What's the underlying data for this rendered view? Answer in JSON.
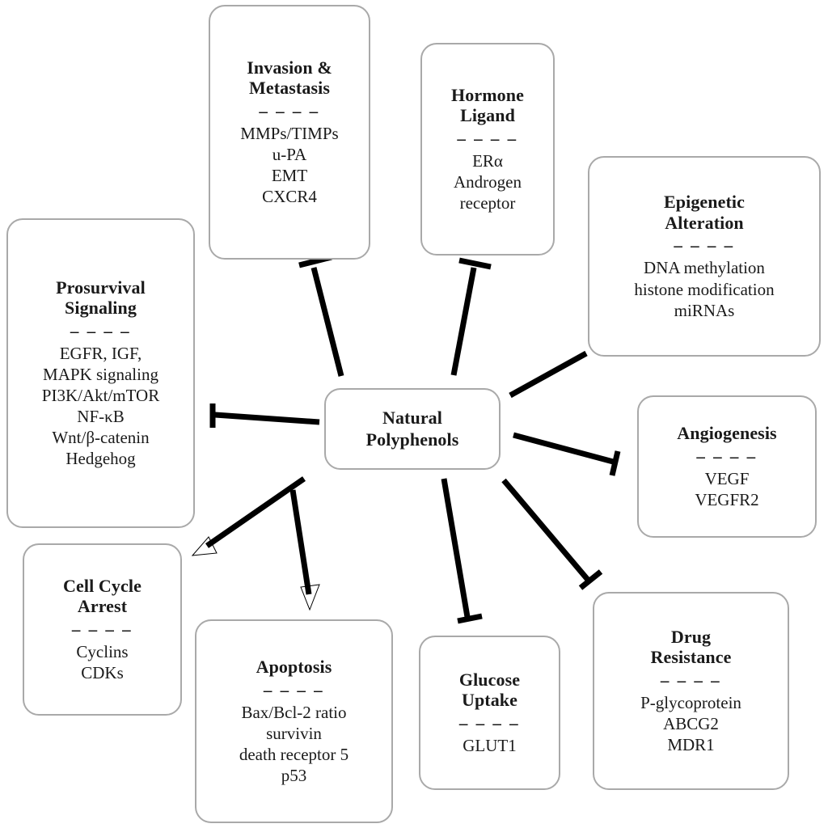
{
  "diagram": {
    "title_node": {
      "id": "natural-polyphenols",
      "title": "Natural\nPolyphenols",
      "title_line1": "Natural",
      "title_line2": "Polyphenols"
    },
    "separator_glyph": "– – – –",
    "colors": {
      "box_border": "#a9a9a9",
      "box_fill": "#ffffff",
      "connector": "#000000",
      "text": "#1a1a1a"
    },
    "nodes": [
      {
        "id": "invasion-metastasis",
        "title_lines": [
          "Invasion &",
          "Metastasis"
        ],
        "items": [
          "MMPs/TIMPs",
          "u-PA",
          "EMT",
          "CXCR4"
        ]
      },
      {
        "id": "hormone-ligand",
        "title_lines": [
          "Hormone",
          "Ligand"
        ],
        "items": [
          "ERα",
          "Androgen",
          "receptor"
        ]
      },
      {
        "id": "epigenetic-alteration",
        "title_lines": [
          "Epigenetic",
          "Alteration"
        ],
        "items": [
          "DNA methylation",
          "histone modification",
          "miRNAs"
        ]
      },
      {
        "id": "prosurvival-signaling",
        "title_lines": [
          "Prosurvival",
          "Signaling"
        ],
        "items": [
          "EGFR, IGF,",
          "MAPK signaling",
          "PI3K/Akt/mTOR",
          "NF-κB",
          "Wnt/β-catenin",
          "Hedgehog"
        ]
      },
      {
        "id": "angiogenesis",
        "title_lines": [
          "Angiogenesis"
        ],
        "items": [
          "VEGF",
          "VEGFR2"
        ]
      },
      {
        "id": "drug-resistance",
        "title_lines": [
          "Drug",
          "Resistance"
        ],
        "items": [
          "P-glycoprotein",
          "ABCG2",
          "MDR1"
        ]
      },
      {
        "id": "glucose-uptake",
        "title_lines": [
          "Glucose",
          "Uptake"
        ],
        "items": [
          "GLUT1"
        ]
      },
      {
        "id": "apoptosis",
        "title_lines": [
          "Apoptosis"
        ],
        "items": [
          "Bax/Bcl-2 ratio",
          "survivin",
          "death receptor 5",
          "p53"
        ]
      },
      {
        "id": "cell-cycle-arrest",
        "title_lines": [
          "Cell Cycle",
          "Arrest"
        ],
        "items": [
          "Cyclins",
          "CDKs"
        ]
      }
    ],
    "connectors": [
      {
        "id": "to-invasion-metastasis",
        "from": "natural-polyphenols",
        "to": "invasion-metastasis",
        "end": "inhibition"
      },
      {
        "id": "to-hormone-ligand",
        "from": "natural-polyphenols",
        "to": "hormone-ligand",
        "end": "inhibition"
      },
      {
        "id": "to-epigenetic-alteration",
        "from": "natural-polyphenols",
        "to": "epigenetic-alteration",
        "end": "plain"
      },
      {
        "id": "to-prosurvival-signaling",
        "from": "natural-polyphenols",
        "to": "prosurvival-signaling",
        "end": "inhibition"
      },
      {
        "id": "to-angiogenesis",
        "from": "natural-polyphenols",
        "to": "angiogenesis",
        "end": "inhibition"
      },
      {
        "id": "to-drug-resistance",
        "from": "natural-polyphenols",
        "to": "drug-resistance",
        "end": "inhibition"
      },
      {
        "id": "to-glucose-uptake",
        "from": "natural-polyphenols",
        "to": "glucose-uptake",
        "end": "inhibition"
      },
      {
        "id": "to-apoptosis",
        "from": "natural-polyphenols",
        "to": "apoptosis",
        "end": "activation"
      },
      {
        "id": "to-cell-cycle-arrest",
        "from": "natural-polyphenols",
        "to": "cell-cycle-arrest",
        "end": "activation"
      }
    ]
  }
}
